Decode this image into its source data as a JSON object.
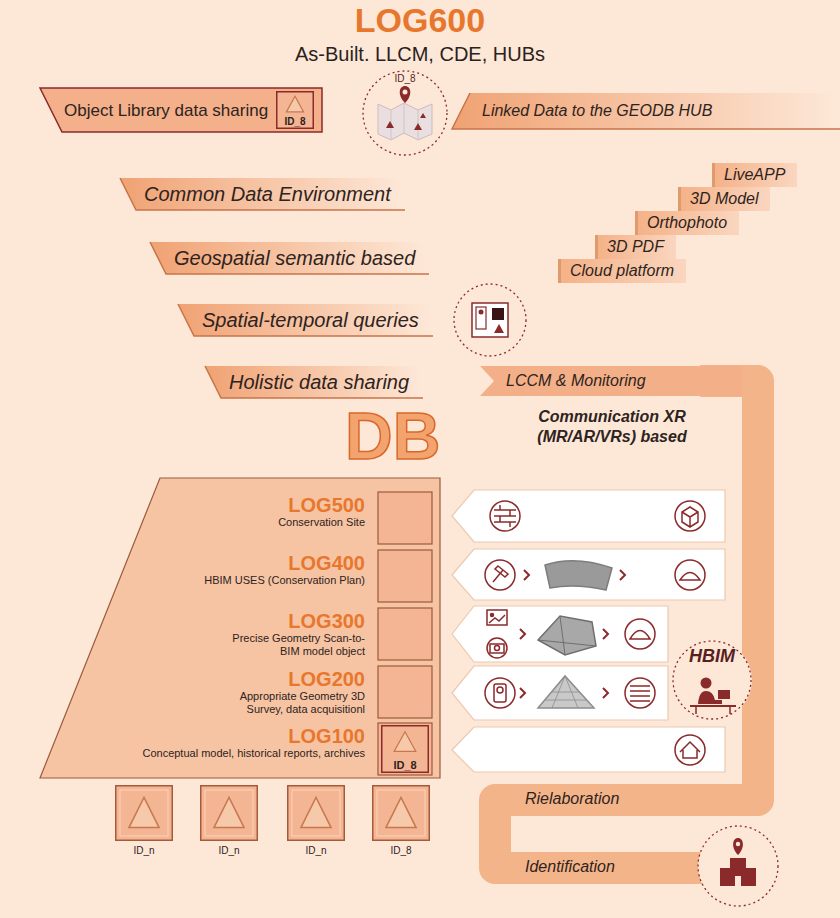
{
  "diagram": {
    "title": "LOG600",
    "nodes": [
      {
        "text": [
          "Object Library data sharing"
        ]
      },
      {
        "text": [
          "ID_8"
        ],
        "in": 0
      },
      {
        "text": [
          "ID_8"
        ]
      },
      {
        "text": [
          "Linked Data to the GEODB HUB"
        ]
      },
      {
        "text": [
          "Common Data Environment"
        ]
      },
      {
        "text": [
          "LiveAPP"
        ]
      },
      {
        "text": [
          "3D Model"
        ]
      },
      {
        "text": [
          "Orthophoto"
        ]
      },
      {
        "text": [
          "Geospatial semantic based"
        ]
      },
      {
        "text": [
          "3D PDF"
        ]
      },
      {
        "text": [
          "Cloud platform"
        ]
      },
      {
        "text": [
          "Spatial-temporal queries"
        ]
      },
      {
        "text": [
          "Holistic data sharing"
        ]
      },
      {
        "text": [
          "LCCM & Monitoring"
        ]
      },
      {
        "text": [
          "Communication XR (MR/AR/VRs) based"
        ]
      },
      {
        "text": [
          "LOG500",
          "Conservation Site"
        ]
      },
      {
        "text": [
          "LOG400",
          "HBIM USES (Conservation Plan)"
        ]
      },
      {
        "text": [
          "LOG300",
          "Precise Geometry Scan-to-BIM model object"
        ]
      },
      {
        "text": [
          "LOG200",
          "Appropriate Geometry 3D Survey, data acquisitionl"
        ]
      },
      {
        "text": [
          "LOG100",
          "Conceptual model, historical reports, archives"
        ]
      },
      {
        "text": [
          "ID_8"
        ],
        "in": 19
      },
      {
        "text": [
          "HBIM"
        ]
      },
      {
        "text": [
          "ID_n"
        ]
      },
      {
        "text": [
          "ID_n"
        ]
      },
      {
        "text": [
          "ID_n"
        ]
      },
      {
        "text": [
          "ID_8"
        ]
      },
      {
        "text": [
          "Rielaboration"
        ]
      },
      {
        "text": [
          "Identification"
        ]
      }
    ],
    "labels": [
      "As-Built. LLCM, CDE, HUBs",
      "DB"
    ]
  }
}
